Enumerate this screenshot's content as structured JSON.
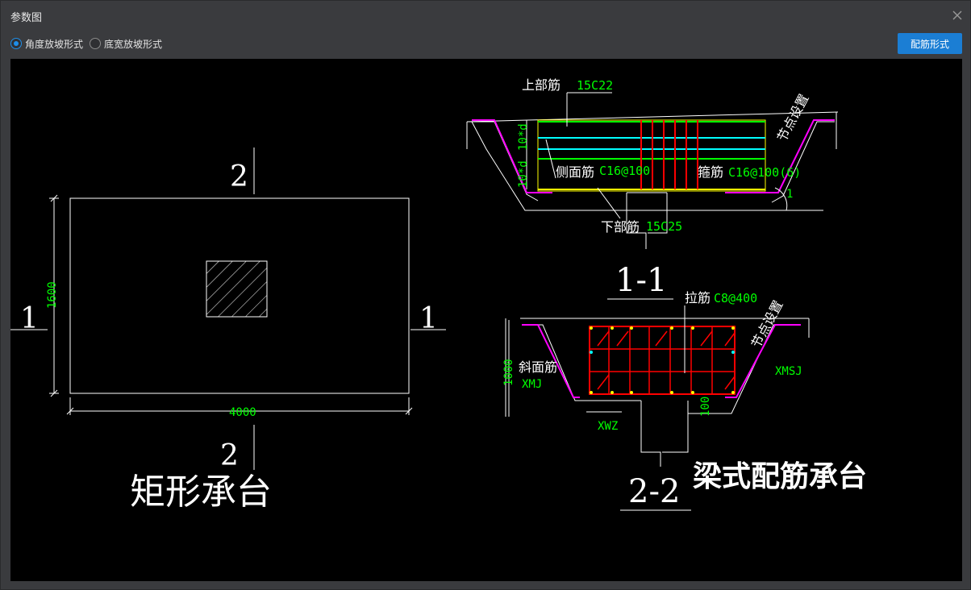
{
  "window": {
    "title": "参数图"
  },
  "options": {
    "radio_angle": "角度放坡形式",
    "radio_width": "底宽放坡形式",
    "selected": "angle",
    "config_button": "配筋形式"
  },
  "colors": {
    "accent": "#1b7ed4",
    "cad_white": "#ffffff",
    "cad_green": "#00ff00",
    "cad_red": "#ff0000",
    "cad_magenta": "#ff00ff",
    "cad_cyan": "#00ffff",
    "cad_yellow": "#ffff00"
  },
  "drawing": {
    "rect": {
      "section_mark_top": "2",
      "section_mark_bottom": "2",
      "section_mark_left": "1",
      "section_mark_right": "1",
      "dim_height": "1600",
      "dim_width": "4000",
      "caption": "矩形承台"
    },
    "section11": {
      "top_bar_label": "上部筋",
      "top_bar_value": "15C22",
      "side_label": "侧面筋",
      "side_value": "C16@100",
      "stirrup_label": "箍筋",
      "stirrup_value": "C16@100(6)",
      "bottom_label": "下部筋",
      "bottom_value": "15C25",
      "node_label": "节点设置",
      "dim_left_upper": "10*d",
      "dim_left_lower": "10*d",
      "slope": "1",
      "title": "1-1"
    },
    "section22": {
      "tie_label": "拉筋",
      "tie_value": "C8@400",
      "node_label": "节点设置",
      "slope_label": "斜面筋",
      "xmj": "XMJ",
      "xmsj": "XMSJ",
      "xwz": "XWZ",
      "dim_height": "1000",
      "dim_bottom": "100",
      "title": "2-2",
      "caption": "梁式配筋承台"
    }
  }
}
